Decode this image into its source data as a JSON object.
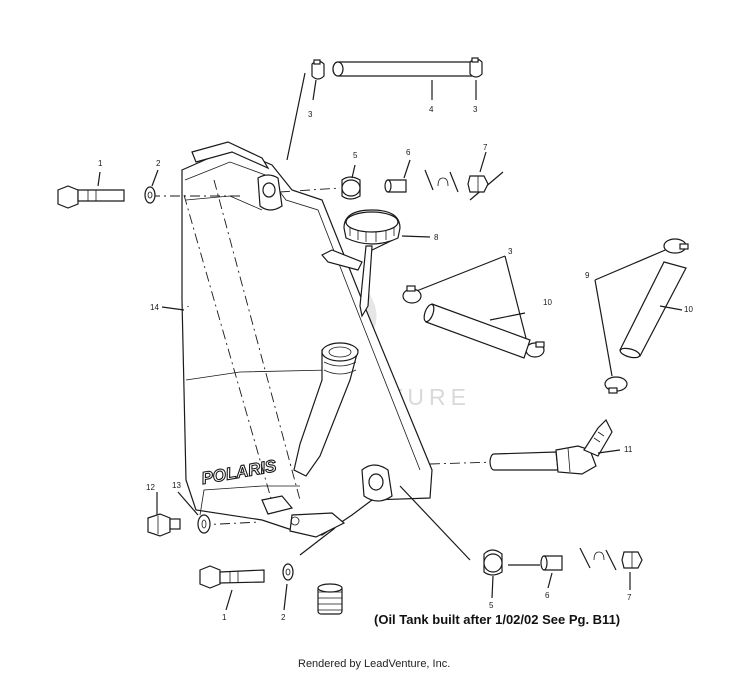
{
  "diagram": {
    "callouts": [
      {
        "id": "c1",
        "label": "1"
      },
      {
        "id": "c2",
        "label": "2"
      },
      {
        "id": "c3a",
        "label": "3"
      },
      {
        "id": "c4",
        "label": "4"
      },
      {
        "id": "c3b",
        "label": "3"
      },
      {
        "id": "c5",
        "label": "5"
      },
      {
        "id": "c6",
        "label": "6"
      },
      {
        "id": "c7",
        "label": "7"
      },
      {
        "id": "c8",
        "label": "8"
      },
      {
        "id": "c3c",
        "label": "3"
      },
      {
        "id": "c9",
        "label": "9"
      },
      {
        "id": "c10a",
        "label": "10"
      },
      {
        "id": "c10b",
        "label": "10"
      },
      {
        "id": "c14",
        "label": "14"
      },
      {
        "id": "c11",
        "label": "11"
      },
      {
        "id": "c12",
        "label": "12"
      },
      {
        "id": "c13",
        "label": "13"
      },
      {
        "id": "c1b",
        "label": "1"
      },
      {
        "id": "c2b",
        "label": "2"
      },
      {
        "id": "c5b",
        "label": "5"
      },
      {
        "id": "c6b",
        "label": "6"
      },
      {
        "id": "c7b",
        "label": "7"
      }
    ],
    "brand_logo": "POLARIS",
    "watermark": "LEADVENTURE",
    "note": "(Oil Tank built after 1/02/02 See Pg. B11)",
    "footer": "Rendered by LeadVenture, Inc."
  }
}
